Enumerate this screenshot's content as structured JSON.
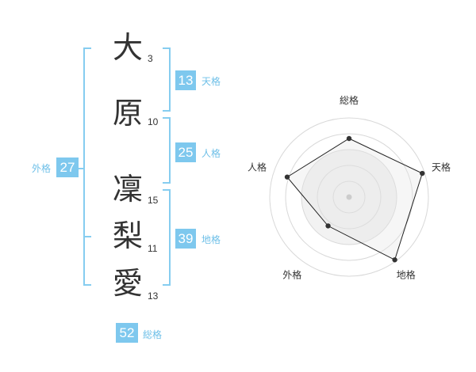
{
  "characters": [
    {
      "char": "大",
      "strokes": "3"
    },
    {
      "char": "原",
      "strokes": "10"
    },
    {
      "char": "凜",
      "strokes": "15"
    },
    {
      "char": "梨",
      "strokes": "11"
    },
    {
      "char": "愛",
      "strokes": "13"
    }
  ],
  "fortunes": {
    "tenkaku": {
      "value": "13",
      "label": "天格"
    },
    "jinkaku": {
      "value": "25",
      "label": "人格"
    },
    "chikaku": {
      "value": "39",
      "label": "地格"
    },
    "gaikaku": {
      "value": "27",
      "label": "外格"
    },
    "soukaku": {
      "value": "52",
      "label": "総格"
    }
  },
  "colors": {
    "accent": "#7ec8ee",
    "bracket": "#86cdf0",
    "label": "#6fc0e8"
  },
  "chart_data": {
    "type": "radar",
    "axes": [
      "総格",
      "天格",
      "地格",
      "外格",
      "人格"
    ],
    "values": [
      0.74,
      0.97,
      0.98,
      0.45,
      0.82
    ],
    "range": [
      0,
      1
    ],
    "rings": 5,
    "grid": true
  }
}
